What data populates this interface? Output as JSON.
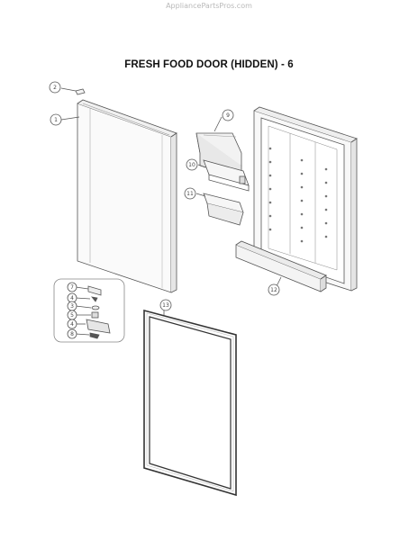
{
  "watermark": "AppliancePartsPros.com",
  "title": "FRESH FOOD DOOR (HIDDEN) - 6",
  "callouts": {
    "c2": "2",
    "c1": "1",
    "c9": "9",
    "c10": "10",
    "c11": "11",
    "c12": "12",
    "c13": "13",
    "c7": "7",
    "c4": "4",
    "c3": "3",
    "c5": "5",
    "c8": "8"
  }
}
